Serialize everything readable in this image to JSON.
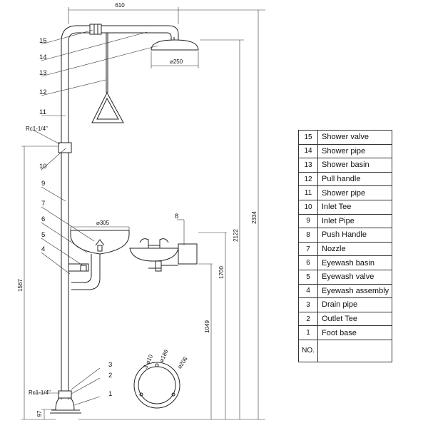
{
  "dimensions": {
    "top_width": "610",
    "shower_diameter": "⌀250",
    "bowl_diameter": "⌀305",
    "height_total": "2334",
    "height_shower": "2122",
    "height_bowl": "1700",
    "height_outlet": "1049",
    "height_inlet": "1567",
    "height_base": "97",
    "base_holes": "3-⌀10",
    "base_pcd": "⌀186",
    "base_diameter": "⌀206"
  },
  "threads": {
    "upper": "Rc1-1/4\"",
    "lower": "Rc1-1/4\""
  },
  "callouts": [
    "15",
    "14",
    "13",
    "12",
    "11",
    "10",
    "9",
    "8",
    "7",
    "6",
    "5",
    "4",
    "3",
    "2",
    "1"
  ],
  "legend": {
    "rows": [
      {
        "no": "15",
        "name": "Shower valve"
      },
      {
        "no": "14",
        "name": "Shower pipe"
      },
      {
        "no": "13",
        "name": "Shower basin"
      },
      {
        "no": "12",
        "name": "Pull handle"
      },
      {
        "no": "11",
        "name": "Shower pipe"
      },
      {
        "no": "10",
        "name": "Inlet Tee"
      },
      {
        "no": "9",
        "name": "Inlet Pipe"
      },
      {
        "no": "8",
        "name": "Push Handle"
      },
      {
        "no": "7",
        "name": "Nozzle"
      },
      {
        "no": "6",
        "name": "Eyewash basin"
      },
      {
        "no": "5",
        "name": "Eyewash valve"
      },
      {
        "no": "4",
        "name": "Eyewash assembly"
      },
      {
        "no": "3",
        "name": "Drain pipe"
      },
      {
        "no": "2",
        "name": "Outlet Tee"
      },
      {
        "no": "1",
        "name": "Foot base"
      }
    ],
    "footer_label": "NO."
  }
}
